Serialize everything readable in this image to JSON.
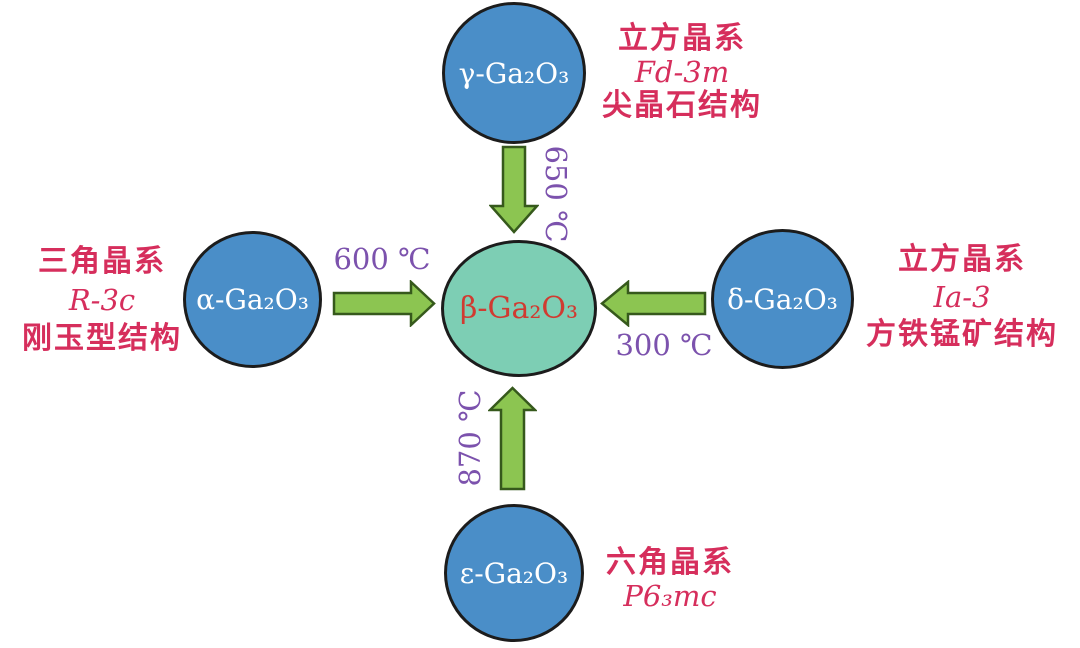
{
  "nodes": {
    "beta": {
      "formula": "β-Ga₂O₃"
    },
    "gamma": {
      "formula": "γ-Ga₂O₃",
      "temperature": "650 ℃",
      "annotation": {
        "line1": "立方晶系",
        "line2": "Fd-3m",
        "line3": "尖晶石结构"
      }
    },
    "alpha": {
      "formula": "α-Ga₂O₃",
      "temperature": "600 ℃",
      "annotation": {
        "line1": "三角晶系",
        "line2": "R-3c",
        "line3": "刚玉型结构"
      }
    },
    "delta": {
      "formula": "δ-Ga₂O₃",
      "temperature": "300 ℃",
      "annotation": {
        "line1": "立方晶系",
        "line2": "Ia-3",
        "line3": "方铁锰矿结构"
      }
    },
    "epsilon": {
      "formula": "ε-Ga₂O₃",
      "temperature": "870 ℃",
      "annotation": {
        "line1": "六角晶系",
        "line2": "P6₃mc"
      }
    }
  },
  "colors": {
    "node_fill": "#4a8ec8",
    "center_fill": "#7dceb4",
    "node_label": "#ffffff",
    "center_label": "#d03b31",
    "arrow_fill": "#8cc551",
    "arrow_stroke": "#36591c",
    "annotation_text": "#d62e5c",
    "temperature_text": "#7c52ad",
    "outline": "#1c1c1c"
  }
}
